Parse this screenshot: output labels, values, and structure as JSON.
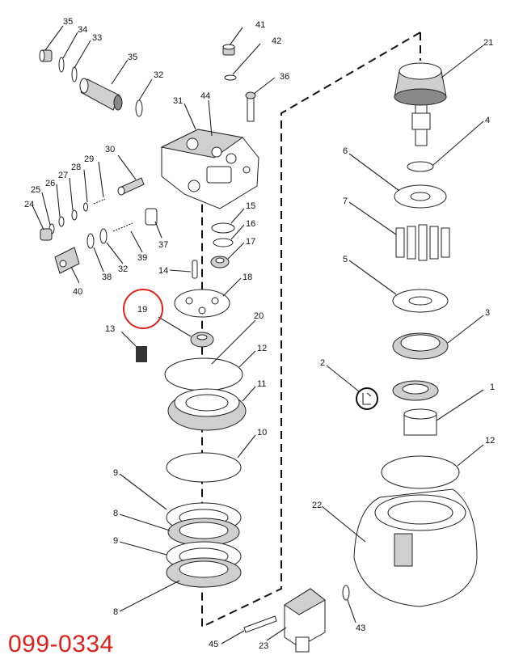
{
  "part_number": "099-0334",
  "highlighted_callout": "19",
  "colors": {
    "highlight": "#e0201b",
    "line": "#222222"
  },
  "callouts": [
    "35",
    "34",
    "33",
    "35",
    "32",
    "31",
    "44",
    "41",
    "42",
    "36",
    "30",
    "29",
    "28",
    "27",
    "26",
    "25",
    "24",
    "40",
    "38",
    "32",
    "39",
    "37",
    "15",
    "16",
    "17",
    "14",
    "18",
    "19",
    "13",
    "20",
    "12",
    "11",
    "10",
    "9",
    "8",
    "9",
    "8",
    "21",
    "4",
    "6",
    "7",
    "5",
    "3",
    "2",
    "1",
    "12",
    "22",
    "43",
    "23",
    "45"
  ]
}
